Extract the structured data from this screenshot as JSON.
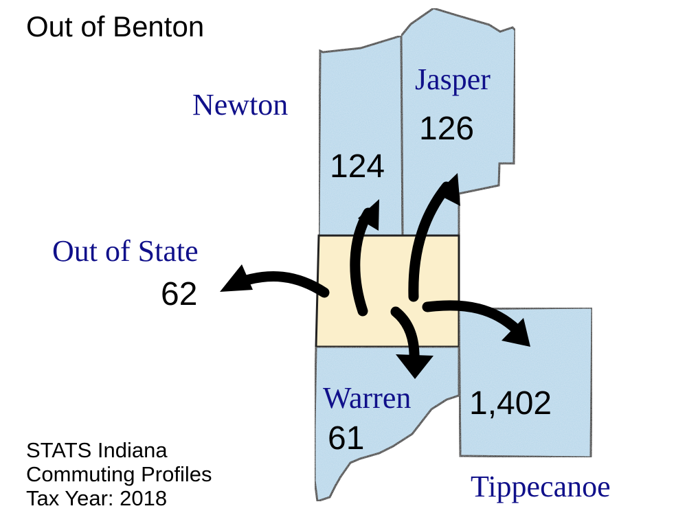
{
  "title": "Out of Benton",
  "colors": {
    "home_county_fill": "#fbefcb",
    "destination_fill": "#b7d7ea",
    "name_text": "#10108a",
    "outline": "#222222"
  },
  "home_county": "Benton",
  "destinations": [
    {
      "name": "Newton",
      "count": "124"
    },
    {
      "name": "Jasper",
      "count": "126"
    },
    {
      "name": "Out of State",
      "count": "62"
    },
    {
      "name": "Warren",
      "count": "61"
    },
    {
      "name": "Tippecanoe",
      "count": "1,402"
    }
  ],
  "source": {
    "line1": "STATS Indiana",
    "line2": "Commuting Profiles",
    "line3": "Tax Year: 2018"
  }
}
